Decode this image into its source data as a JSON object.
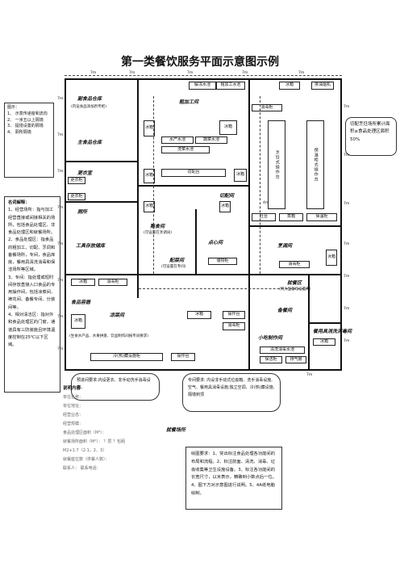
{
  "title": "第一类餐饮服务平面示意图示例",
  "legend": {
    "heading": "图示：",
    "items": [
      "1、 示意传递窗和流向",
      "2、 一米五以上隔墙",
      "3、 提侵设置的隔墙",
      "4、 厕所隔墙"
    ]
  },
  "glossary": {
    "heading": "名词解释：",
    "paragraphs": [
      "1、经营场所：指与加工经营直接或间接相关的场所，包括食品处理区、非食品处理区和就餐场所。",
      "2、食品处理区：指食品的粗加工、切配、烹调和备餐场所，专间，食品库房，餐用具清洗消毒和保洁场所等区域。",
      "3、专间：指处理或短时间存放直接入口食品的专用操作间，包括凉菜间、裱花间、备餐专间、分装间等。",
      "4、相对清洁区：指对外和食品处理区的门窗，通道具有三防装施且环境温度控制在25℃以下区域。"
    ]
  },
  "side_note": "切配烹饪场所累计面积≥食品处理区面积50%",
  "dims": {
    "top": [
      "7m",
      "7m",
      "7m",
      "7m",
      "7m"
    ],
    "left": [
      "7m",
      "7m",
      "7m",
      "7m",
      "7m",
      "7m",
      "7m",
      "7m"
    ],
    "right": [
      "7m",
      "7m",
      "7m",
      "7m",
      "7m",
      "7m",
      "7m"
    ],
    "inner": "4m",
    "bottom": "7m"
  },
  "rooms": {
    "staple_store": "副食品仓库",
    "staple_store_sub": "(内设食品添加剂专柜)",
    "main_store": "主食品仓库",
    "changing": "更衣室",
    "toilet": "厕所",
    "rough": "粗加工间",
    "cutting": "切配间",
    "cooking": "烹调间",
    "cooked_room": "熟食间",
    "cooked_room_sub": "(可设置在烹调间)",
    "pastry": "点心间",
    "prep_room": "配菜间",
    "prep_sub": "(可设置在专间)",
    "appliance": "食品容器",
    "cold_dish": "凉菜间",
    "cold_dish_sub": "(生食水产品、水果拼盘、饮品制作间按专间要求)",
    "snack": "小吃制作间",
    "serving": "备餐间",
    "dining": "就餐区",
    "dining_sub": "(特大型餐馆设置用)",
    "wash": "餐用具消洗消毒间",
    "tool_store": "工具存放储库"
  },
  "labels": {
    "rough_tops": [
      "冰箱",
      "解冻水池",
      "粗加工水池",
      "冰箱",
      "排油烟机"
    ],
    "cooler": "冰箱",
    "sink": "洗涤池",
    "wash_sinks": [
      "冰箱",
      "洗菜水池",
      "消毒柜"
    ],
    "cut_table": "切配台",
    "water_vent": "水产水池",
    "veg_pool": "蔬菜水池",
    "cook_line": [
      "冰箱",
      "灶台",
      "蒸箱",
      "保温柜",
      "冰箱"
    ],
    "cook_long": "烹饪式操作台",
    "cook_long2": "保温柜式操作台",
    "cold_items": [
      "冷(热)藏设施柜",
      "冰箱",
      "消毒柜",
      "冰箱",
      "操作台"
    ],
    "snack_items": [
      "冰箱",
      "操作台",
      "消毒柜"
    ],
    "wash_items": [
      "冰箱",
      "清洗消毒水池",
      "保洁柜",
      "排气扇"
    ],
    "misc": [
      "更衣柜",
      "更衣柜",
      "冰箱",
      "冰箱",
      "储物柜",
      "消毒柜"
    ]
  },
  "bubble_left": "预进间要求:内设更衣、非手动洗手消毒设施。",
  "bubble_right": "专间要求: 内设非手动式垃圾箱、洗手消毒设施,空气、餐用具消毒设施;独立空调、冷(热)藏设施,隔墙到顶",
  "draw_req": "绘图要求：1、突出标注食品处理各功能间的布局和流程。2、标注前面、清洗、消毒、垃圾收集等卫生设施设备。3、标注各功能间的长宽尺寸，以米表示，精确到小数点后一位。4、图下方对示意图进行说明。5、4A纸电脑绘制。",
  "basic_info": {
    "heading": "说明内容",
    "lines": [
      "单位名称：",
      "单位地址：",
      "经营业态：",
      "经营规模：",
      "食品处理区面积（M²）：",
      "就餐场所面积（M²）：  ？层 ？包厢",
      "M2+1:7（2:1，2、3）",
      "就餐座位数（供餐人数）：",
      "联系人：            联系电话："
    ],
    "dining_tag": "就餐场所"
  }
}
